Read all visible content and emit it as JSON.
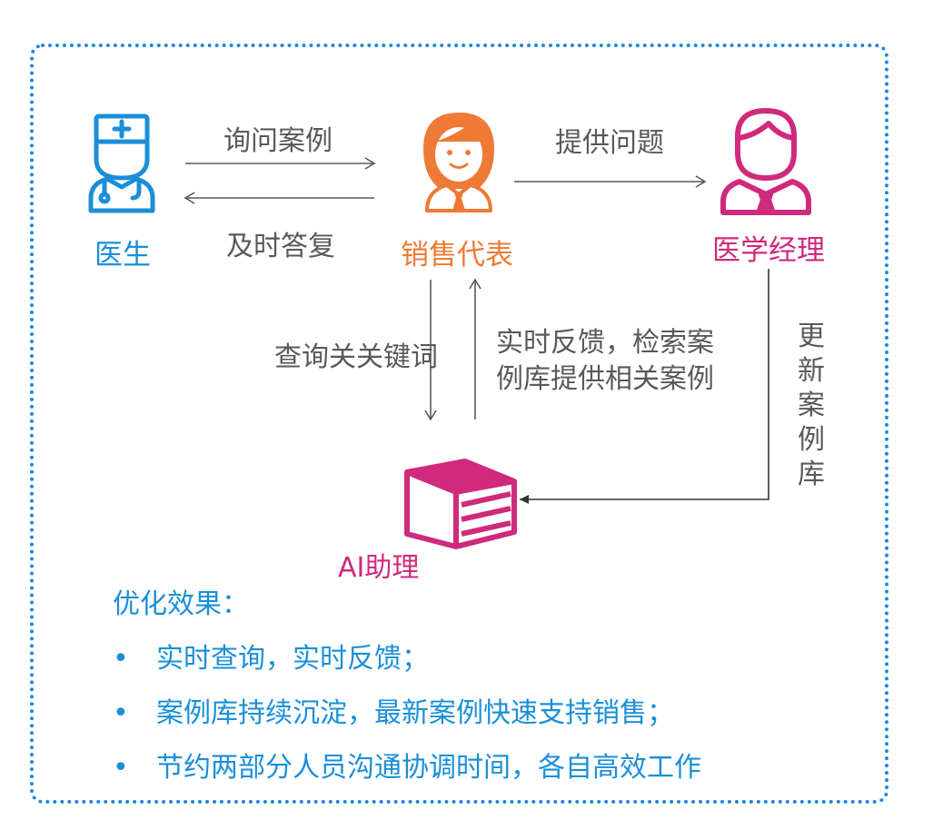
{
  "roles": {
    "doctor": "医生",
    "sales": "销售代表",
    "manager": "医学经理",
    "ai": "AI助理"
  },
  "flows": {
    "ask_cases": "询问案例",
    "timely_reply": "及时答复",
    "provide_questions": "提供问题",
    "query_keywords": "查询关关键词",
    "feedback_line1": "实时反馈，检索案",
    "feedback_line2": "例库提供相关案例",
    "update_library": "更新案例库"
  },
  "effects": {
    "title": "优化效果：",
    "bullets": [
      "实时查询，实时反馈；",
      "案例库持续沉淀，最新案例快速支持销售；",
      "节约两部分人员沟通协调时间，各自高效工作"
    ],
    "bullet_symbol": "•"
  },
  "colors": {
    "frame": "#1f86e0",
    "doctor": "#1a8fd8",
    "sales": "#ef7a35",
    "manager": "#cf2a7c",
    "text": "#595959"
  },
  "icons": {
    "doctor": "doctor-icon",
    "sales": "sales-rep-icon",
    "manager": "manager-icon",
    "ai": "books-icon"
  }
}
